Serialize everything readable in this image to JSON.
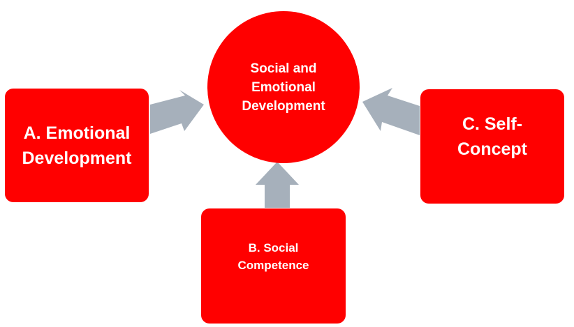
{
  "diagram": {
    "center": {
      "label": "Social and Emotional Development"
    },
    "nodes": [
      {
        "id": "A",
        "label": "A. Emotional Development"
      },
      {
        "id": "B",
        "label": "B. Social Competence"
      },
      {
        "id": "C",
        "label": "C. Self-Concept"
      }
    ],
    "colors": {
      "node_fill": "#ff0000",
      "text": "#ffffff",
      "arrow": "#a6b0bb"
    }
  }
}
